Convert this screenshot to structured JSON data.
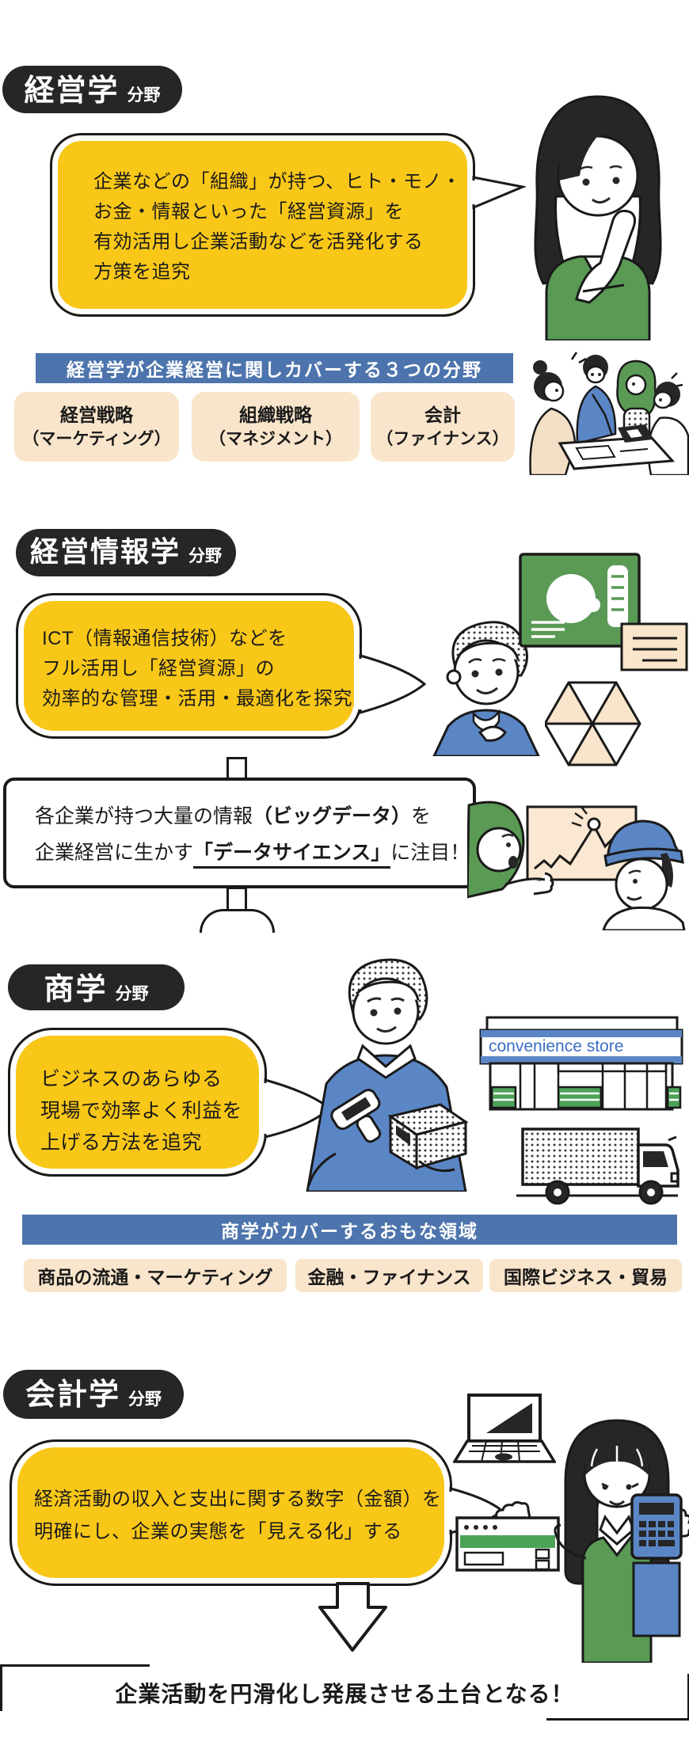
{
  "colors": {
    "yellow": "#F8C718",
    "dark": "#262626",
    "bar_blue": "#4D74AD",
    "box_beige": "#F9E5CB",
    "green": "#5A9A55",
    "cloth_blue": "#5B86C5",
    "chart_beige": "#FAE8D2"
  },
  "sections": {
    "keiei": {
      "header": {
        "title": "経営学",
        "suffix": "分野"
      },
      "bubble": [
        "企業などの「組織」が持つ、ヒト・モノ・",
        "お金・情報といった「経営資源」を",
        "有効活用し企業活動などを活発化する",
        "方策を追究"
      ],
      "bar_title": "経営学が企業経営に関しカバーする３つの分野",
      "boxes": [
        {
          "title": "経営戦略",
          "sub": "（マーケティング）"
        },
        {
          "title": "組織戦略",
          "sub": "（マネジメント）"
        },
        {
          "title": "会計",
          "sub": "（ファイナンス）"
        }
      ]
    },
    "joho": {
      "header": {
        "title": "経営情報学",
        "suffix": "分野"
      },
      "bubble": [
        "ICT（情報通信技術）などを",
        "フル活用し「経営資源」の",
        "効率的な管理・活用・最適化を探究"
      ],
      "monitor": {
        "l1_pre": "各企業が持つ大量の情報",
        "l1_bold": "（ビッグデータ）",
        "l1_post": "を",
        "l2_pre": "企業経営に生かす",
        "l2_bold": "「データサイエンス」",
        "l2_post": "に注目！"
      }
    },
    "shogaku": {
      "header": {
        "title": "商学",
        "suffix": "分野"
      },
      "bubble": [
        "ビジネスのあらゆる",
        "現場で効率よく利益を",
        "上げる方法を追究"
      ],
      "bar_title": "商学がカバーするおもな領域",
      "boxes": [
        {
          "title": "商品の流通・マーケティング"
        },
        {
          "title": "金融・ファイナンス"
        },
        {
          "title": "国際ビジネス・貿易"
        }
      ],
      "store_sign": "convenience store"
    },
    "kaikei": {
      "header": {
        "title": "会計学",
        "suffix": "分野"
      },
      "bubble": [
        "経済活動の収入と支出に関する数字（金額）を",
        "明確にし、企業の実態を「見える化」する"
      ]
    }
  },
  "conclusion": "企業活動を円滑化し発展させる土台となる！",
  "illustrations": [
    "thinking-woman-icon",
    "team-meeting-icon",
    "thinking-boy-icon",
    "presentation-board-icon",
    "note-card-icon",
    "hexagon-chart-icon",
    "monitor-frame-icon",
    "chart-discussion-icon",
    "barcode-scanner-man-icon",
    "convenience-store-icon",
    "delivery-truck-icon",
    "laptop-icon",
    "receipt-printer-icon",
    "accountant-woman-icon",
    "down-arrow-icon"
  ]
}
